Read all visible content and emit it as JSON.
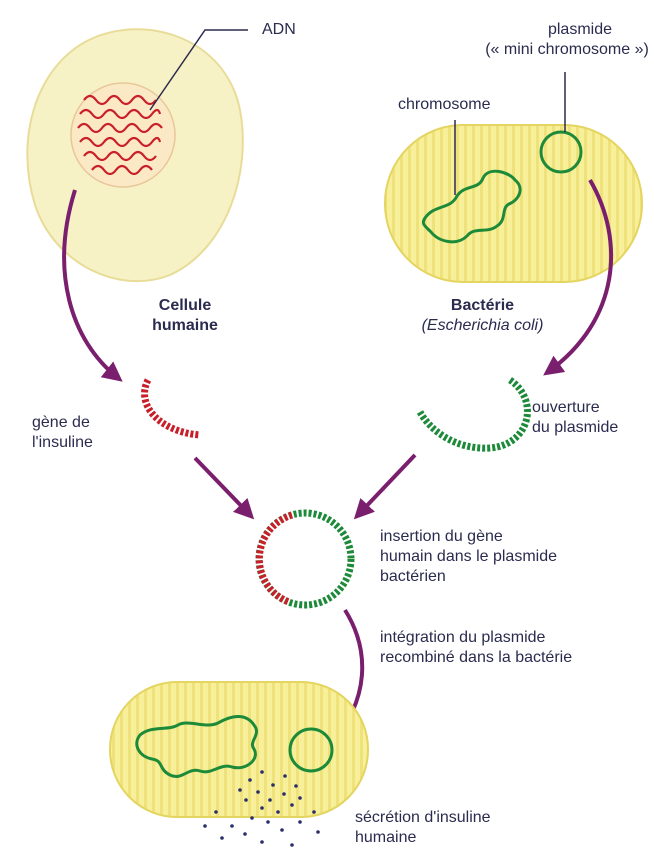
{
  "labels": {
    "adn": "ADN",
    "plasmide_l1": "plasmide",
    "plasmide_l2": "(« mini chromosome »)",
    "chromosome": "chromosome",
    "cellule_l1": "Cellule",
    "cellule_l2": "humaine",
    "bacterie_l1": "Bactérie",
    "bacterie_l2": "(Escherichia coli)",
    "gene_l1": "gène de",
    "gene_l2": "l'insuline",
    "ouverture_l1": "ouverture",
    "ouverture_l2": "du plasmide",
    "insertion_l1": "insertion du gène",
    "insertion_l2": "humain dans le plasmide",
    "insertion_l3": "bactérien",
    "integration_l1": "intégration du plasmide",
    "integration_l2": "recombiné dans la bactérie",
    "secretion_l1": "sécrétion d'insuline",
    "secretion_l2": "humaine"
  },
  "colors": {
    "human_dna": "#c8202a",
    "bacterial_dna": "#1d8a3a",
    "arrow": "#7a1f6e",
    "cell_fill": "#f6f2c6",
    "bacterium_fill": "#f3e46a",
    "insulin_dots": "#2a2e6a",
    "text": "#2b2b4f"
  }
}
